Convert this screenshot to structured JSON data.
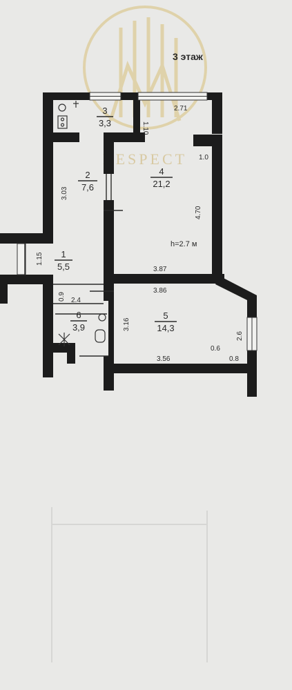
{
  "watermark": {
    "logo_icon": "city-buildings-logo",
    "brand": "RESPECT"
  },
  "floor_label": "3 этаж",
  "height_note": "h=2.7 м",
  "rooms": [
    {
      "number": "1",
      "area": "5,5"
    },
    {
      "number": "2",
      "area": "7,6"
    },
    {
      "number": "3",
      "area": "3,3"
    },
    {
      "number": "4",
      "area": "21,2"
    },
    {
      "number": "5",
      "area": "14,3"
    },
    {
      "number": "6",
      "area": "3,9"
    }
  ],
  "dimensions": [
    "2.71",
    "1.10",
    "1.0",
    "3.03",
    "4.70",
    "1.15",
    "3.87",
    "3.86",
    "0.9",
    "2.4",
    "3.16",
    "2.6",
    "0.6",
    "0.8",
    "3.56"
  ],
  "colors": {
    "wall": "#1c1c1c",
    "paper": "#e9e9e7",
    "watermark": "#d8c07a"
  }
}
